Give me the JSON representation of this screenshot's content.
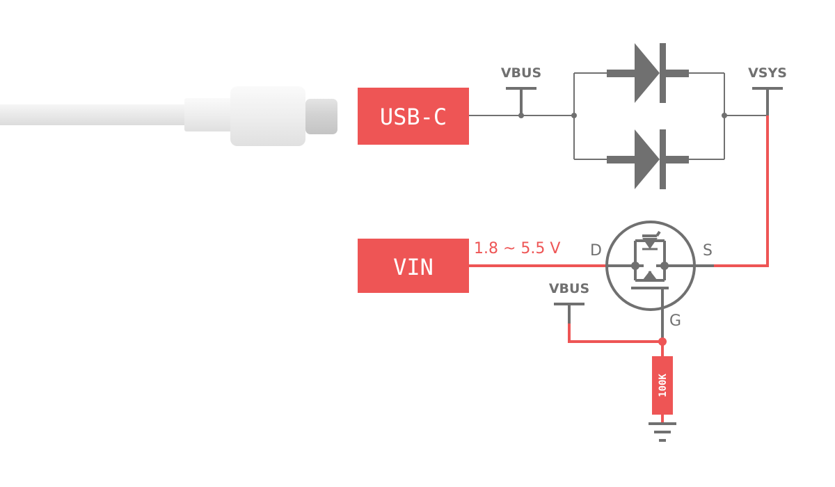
{
  "colors": {
    "accent": "#ee5555",
    "wire": "#707070",
    "cable": "#ececec"
  },
  "boxes": {
    "usb": "USB-C",
    "vin": "VIN"
  },
  "nets": {
    "vbus_top": "VBUS",
    "vsys": "VSYS",
    "vbus_gate": "VBUS"
  },
  "voltage_range": "1.8 ~ 5.5 V",
  "pins": {
    "drain": "D",
    "source": "S",
    "gate": "G"
  },
  "resistor": "100K",
  "icons": {
    "cable": "usb-c-cable-icon",
    "diode": "schottky-diode-icon",
    "mosfet": "p-channel-mosfet-icon",
    "ground": "ground-icon"
  }
}
